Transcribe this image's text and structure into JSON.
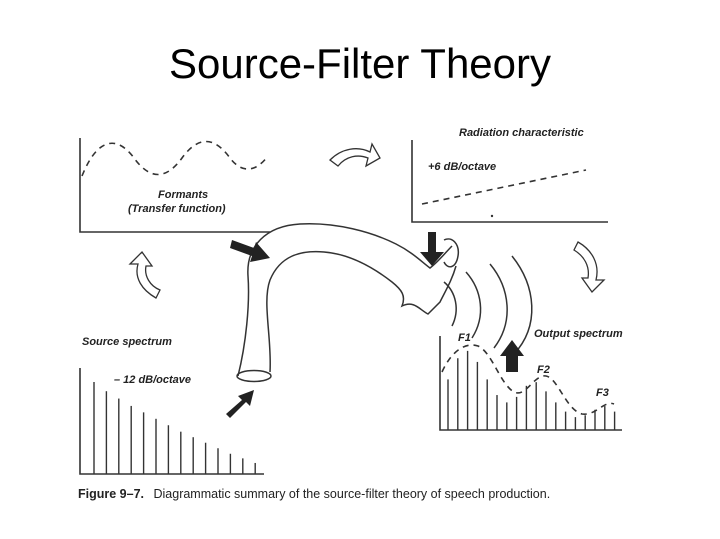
{
  "slide": {
    "title": "Source-Filter Theory"
  },
  "labels": {
    "formants": "Formants",
    "transfer_function": "(Transfer function)",
    "radiation": "Radiation characteristic",
    "plus6": "+6 dB/octave",
    "source_spectrum": "Source spectrum",
    "minus12": "– 12 dB/octave",
    "output_spectrum": "Output spectrum",
    "f1": "F1",
    "f2": "F2",
    "f3": "F3"
  },
  "caption": {
    "figure_label": "Figure 9–7.",
    "text": "Diagrammatic summary of the source-filter theory of speech production."
  },
  "source_harmonics": [
    1.0,
    0.9,
    0.82,
    0.74,
    0.67,
    0.6,
    0.53,
    0.46,
    0.4,
    0.34,
    0.28,
    0.22,
    0.17,
    0.12
  ],
  "output_harmonics": [
    0.55,
    0.78,
    0.86,
    0.74,
    0.55,
    0.38,
    0.3,
    0.36,
    0.48,
    0.52,
    0.42,
    0.3,
    0.2,
    0.14,
    0.16,
    0.22,
    0.26,
    0.2
  ],
  "colors": {
    "ink": "#333333",
    "background": "#ffffff"
  }
}
